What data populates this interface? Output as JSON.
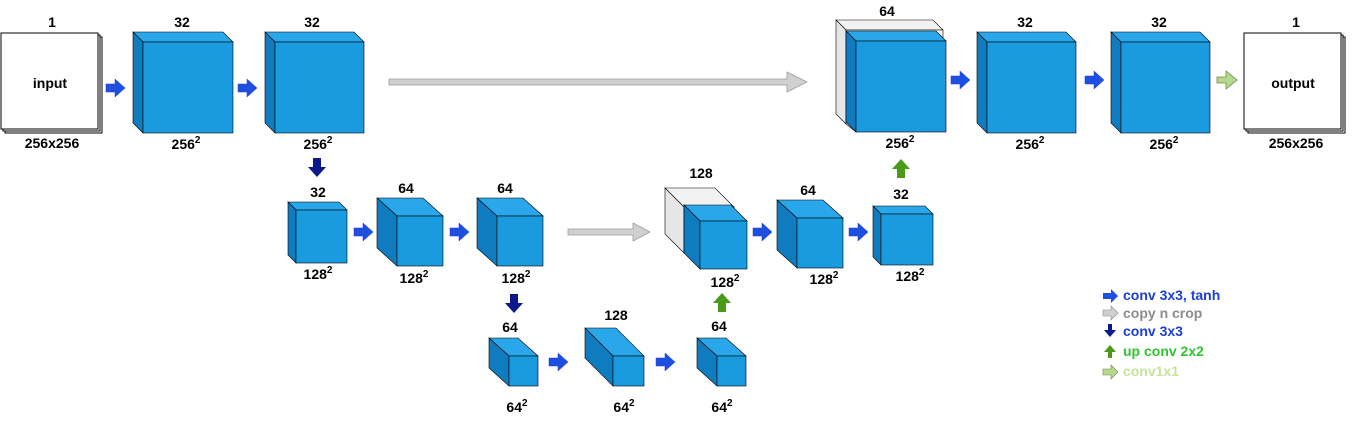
{
  "diagram": {
    "input_box": {
      "label": "input",
      "channels": "1",
      "size": "256x256"
    },
    "output_box": {
      "label": "output",
      "channels": "1",
      "size": "256x256"
    },
    "blocks": [
      {
        "id": "enc1a",
        "channels": "32",
        "size": "256",
        "exp": "2"
      },
      {
        "id": "enc1b",
        "channels": "32",
        "size": "256",
        "exp": "2"
      },
      {
        "id": "enc2a",
        "channels": "32",
        "size": "128",
        "exp": "2"
      },
      {
        "id": "enc2b",
        "channels": "64",
        "size": "128",
        "exp": "2"
      },
      {
        "id": "enc2c",
        "channels": "64",
        "size": "128",
        "exp": "2"
      },
      {
        "id": "bot1",
        "channels": "64",
        "size": "64",
        "exp": "2"
      },
      {
        "id": "bot2",
        "channels": "128",
        "size": "64",
        "exp": "2"
      },
      {
        "id": "bot3",
        "channels": "64",
        "size": "64",
        "exp": "2"
      },
      {
        "id": "dec2a",
        "channels": "128",
        "size": "128",
        "exp": "2"
      },
      {
        "id": "dec2b",
        "channels": "64",
        "size": "128",
        "exp": "2"
      },
      {
        "id": "dec2c",
        "channels": "32",
        "size": "128",
        "exp": "2"
      },
      {
        "id": "dec1a",
        "channels": "64",
        "size": "256",
        "exp": "2"
      },
      {
        "id": "dec1b",
        "channels": "32",
        "size": "256",
        "exp": "2"
      },
      {
        "id": "dec1c",
        "channels": "32",
        "size": "256",
        "exp": "2"
      }
    ]
  },
  "legend": [
    {
      "label": "conv 3x3, tanh",
      "color": "#1a3fd6",
      "arrow": "right",
      "arrow_color": "#1f4fe0"
    },
    {
      "label": "copy n crop",
      "color": "#8c8c8c",
      "arrow": "right",
      "arrow_color": "#c8c8c8"
    },
    {
      "label": "conv 3x3",
      "color": "#1a3fd6",
      "arrow": "down",
      "arrow_color": "#0a1a8a"
    },
    {
      "label": "up conv 2x2",
      "color": "#2fc52f",
      "arrow": "up",
      "arrow_color": "#4a9a1a"
    },
    {
      "label": "conv1x1",
      "color": "#c6e39a",
      "arrow": "right",
      "arrow_color": "#b5d98a"
    }
  ],
  "colors": {
    "cube_front": "#1a9be0",
    "cube_top": "#2aa7ea",
    "cube_side": "#107cc0",
    "conv_arrow": "#1f4fe0",
    "down_arrow": "#0a1a8a",
    "up_arrow": "#4a9a1a",
    "copy_arrow": "#c8c8c8",
    "final_arrow": "#b5d98a"
  }
}
